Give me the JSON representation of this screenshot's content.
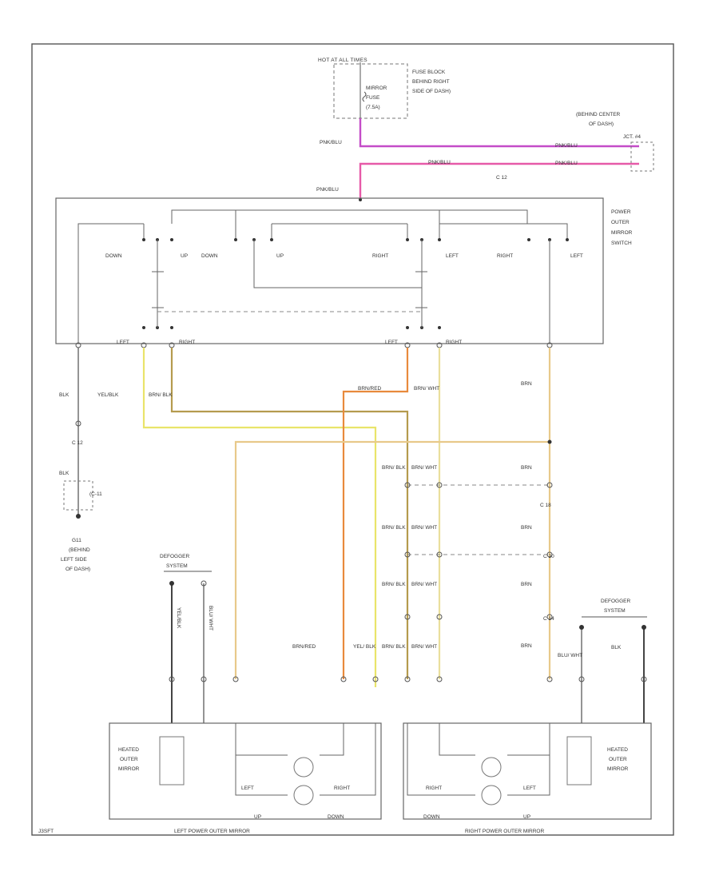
{
  "labels": {
    "hot_at_all_times": "HOT AT ALL TIMES",
    "fuse_block": [
      "FUSE BLOCK",
      "BEHIND RIGHT",
      "SIDE OF DASH)"
    ],
    "mirror_fuse": [
      "MIRROR",
      "FUSE",
      "(7.5A)"
    ],
    "behind_center_dash": [
      "(BEHIND CENTER",
      "OF DASH)"
    ],
    "jct_code": "JCT. #4",
    "pnk_blu": "PNK/BLU",
    "c12": "C 12",
    "power_mirror_switch": [
      "POWER",
      "OUTER",
      "MIRROR",
      "SWITCH"
    ],
    "switch_top": [
      "DOWN",
      "UP",
      "DOWN",
      "UP",
      "RIGHT",
      "LEFT",
      "RIGHT",
      "LEFT"
    ],
    "switch_bottom": [
      "LEFT",
      "RIGHT",
      "LEFT",
      "RIGHT"
    ],
    "blk": "BLK",
    "yel_blk": "YEL/BLK",
    "brn_blk": "BRN/ BLK",
    "brn_red": "BRN/RED",
    "brn_wht": "BRN/ WHT",
    "brn": "BRN",
    "brn_blk_2": "BRN/ BLK",
    "brn_wht_2": "BRN/ WHT",
    "c18": "C 18",
    "c20": "C 20",
    "c14": "C 14",
    "c11": "(C-11",
    "g11": [
      "G11",
      "(BEHIND",
      "LEFT SIDE",
      "OF DASH)"
    ],
    "defogger_left": [
      "DEFOGGER",
      "SYSTEM"
    ],
    "defogger_right": [
      "DEFOGGER",
      "SYSTEM"
    ],
    "yel_blk_2": "YEL/ BLK",
    "blu_wht": "BLU/ WHT",
    "heated_outer_mirror": [
      "HEATED",
      "OUTER",
      "MIRROR"
    ],
    "motor_dirs_left": [
      "LEFT",
      "RIGHT",
      "UP",
      "DOWN"
    ],
    "motor_dirs_right": [
      "RIGHT",
      "LEFT",
      "DOWN",
      "UP"
    ],
    "left_mirror": "LEFT POWER OUTER MIRROR",
    "right_mirror": "RIGHT POWER OUTER MIRROR",
    "diagram_code": "J3SFT"
  },
  "colors": {
    "pink": "#e65aa8",
    "magenta": "#c44cc8",
    "yellow": "#e9e46a",
    "tan": "#b59b4e",
    "orange": "#e88a3c",
    "brown_light": "#e8c98a",
    "black": "#333333"
  }
}
